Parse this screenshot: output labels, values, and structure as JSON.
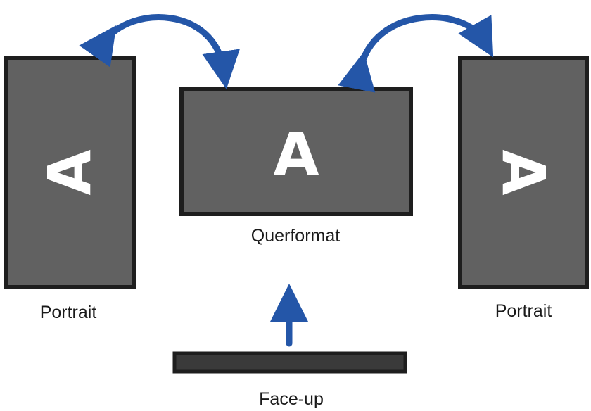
{
  "diagram": {
    "screen_glyph": "A",
    "labels": {
      "left": "Portrait",
      "center": "Querformat",
      "right": "Portrait",
      "bottom": "Face-up"
    }
  },
  "colors": {
    "screen_fill": "#616161",
    "screen_border": "#1e1e1e",
    "arrow": "#2456a8",
    "text": "#1a1a1a",
    "background": "#ffffff"
  }
}
